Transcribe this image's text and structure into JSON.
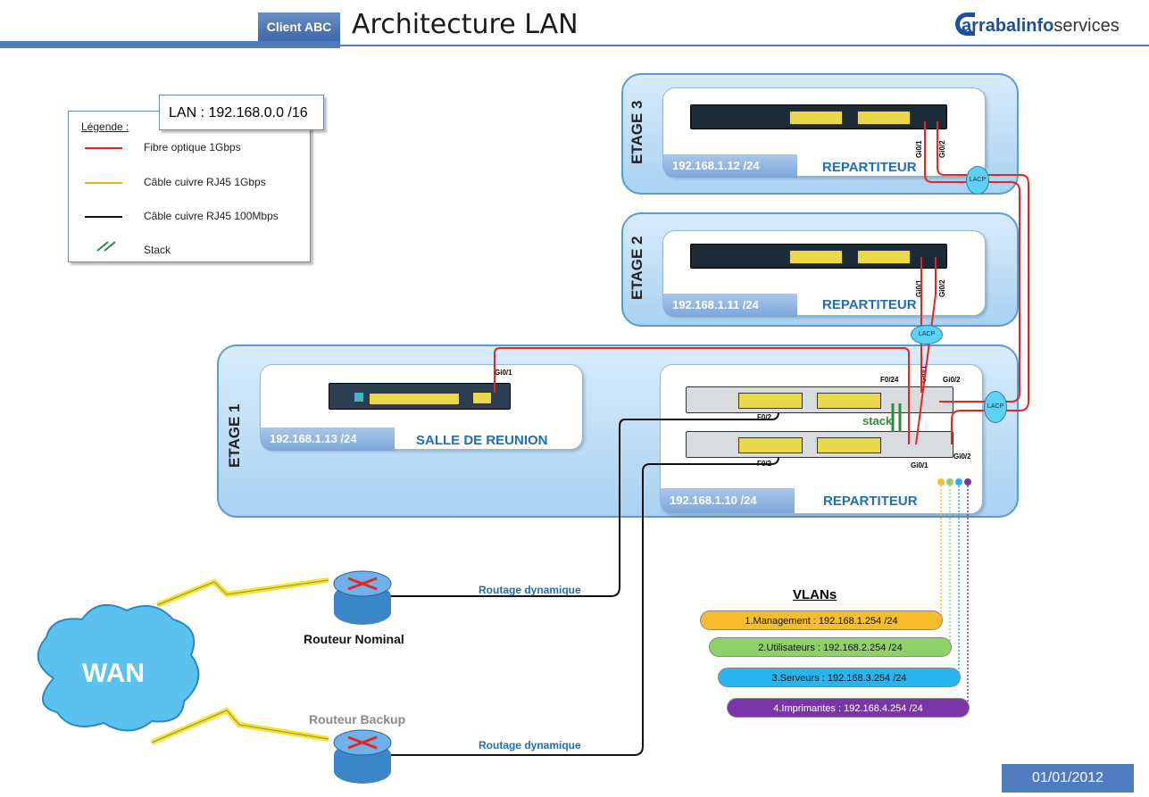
{
  "header": {
    "client": "Client ABC",
    "title": "Architecture LAN",
    "brand_prefix": "arrabal",
    "brand_bold": "info",
    "brand_suffix": "services",
    "date": "01/01/2012"
  },
  "legend": {
    "lan": "LAN : 192.168.0.0 /16",
    "title": "Légende :",
    "items": [
      {
        "label": "Fibre optique 1Gbps",
        "color": "#e32626"
      },
      {
        "label": "Câble cuivre RJ45 1Gbps",
        "color": "#f2b01e"
      },
      {
        "label": "Câble cuivre RJ45 100Mbps",
        "color": "#111111"
      },
      {
        "label": "Stack",
        "color": "#2e8b3a"
      }
    ]
  },
  "floors": {
    "etage3": {
      "label": "ETAGE 3",
      "ip": "192.168.1.12 /24",
      "room": "REPARTITEUR",
      "port_a": "Gi0/1",
      "port_b": "Gi0/2"
    },
    "etage2": {
      "label": "ETAGE 2",
      "ip": "192.168.1.11 /24",
      "room": "REPARTITEUR",
      "port_a": "Gi0/1",
      "port_b": "Gi0/2"
    },
    "etage1": {
      "label": "ETAGE 1",
      "meeting": {
        "ip": "192.168.1.13 /24",
        "room": "SALLE DE REUNION",
        "port": "Gi0/1"
      },
      "main": {
        "ip": "192.168.1.10 /24",
        "room": "REPARTITEUR",
        "f024": "F0/24",
        "gi02_top": "Gi0/2",
        "f02_a": "F0/2",
        "f02_b": "F0/2",
        "gi01": "Gi0/1",
        "gi02_bottom": "Gi0/2",
        "gi01_top": "Gi0/1",
        "stack": "stack"
      }
    }
  },
  "lacp": [
    "LACP",
    "LACP",
    "LACP"
  ],
  "routing": {
    "label_1": "Routage dynamique",
    "label_2": "Routage dynamique",
    "router_nominal": "Routeur Nominal",
    "router_backup": "Routeur Backup",
    "wan": "WAN"
  },
  "vlans": {
    "title": "VLANs",
    "items": [
      {
        "label": "1.Management : 192.168.1.254 /24",
        "color": "#f7bd2e"
      },
      {
        "label": "2.Utilisateurs : 192.168.2.254 /24",
        "color": "#8fd06a"
      },
      {
        "label": "3.Serveurs : 192.168.3.254 /24",
        "color": "#2ab4ee"
      },
      {
        "label": "4.Imprimantes : 192.168.4.254 /24",
        "color": "#7a36a8"
      }
    ]
  }
}
